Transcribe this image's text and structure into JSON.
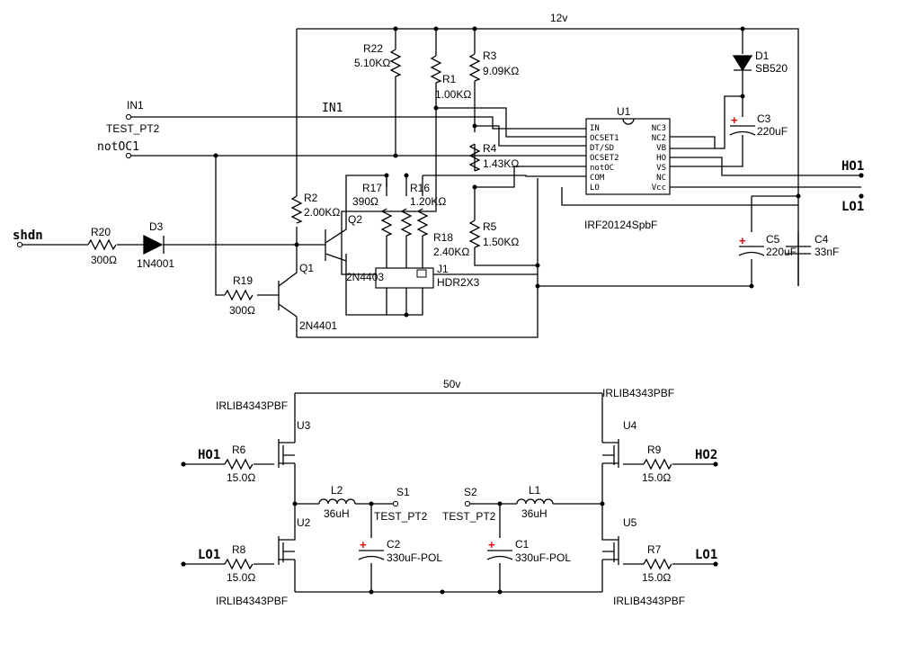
{
  "top": {
    "rail": "12v",
    "ic": {
      "ref": "U1",
      "part": "IRF20124SpbF",
      "pins_left": [
        "IN",
        "OCSET1",
        "DT/SD",
        "OCSET2",
        "notOC",
        "COM",
        "LO"
      ],
      "pins_right": [
        "NC3",
        "NC2",
        "VB",
        "HO",
        "VS",
        "NC",
        "Vcc"
      ]
    },
    "nets": {
      "in1_label": "IN1",
      "in1_tp": "TEST_PT2",
      "in1_net": "IN1",
      "notoc1": "notOC1",
      "shdn": "shdn",
      "ho1": "HO1",
      "lo1": "LO1"
    },
    "parts": {
      "r22": {
        "ref": "R22",
        "val": "5.10KΩ"
      },
      "r1": {
        "ref": "R1",
        "val": "1.00KΩ"
      },
      "r3": {
        "ref": "R3",
        "val": "9.09KΩ"
      },
      "r4": {
        "ref": "R4",
        "val": "1.43KΩ"
      },
      "r5": {
        "ref": "R5",
        "val": "1.50KΩ"
      },
      "r2": {
        "ref": "R2",
        "val": "2.00KΩ"
      },
      "r17": {
        "ref": "R17",
        "val": "390Ω"
      },
      "r16": {
        "ref": "R16",
        "val": "1.20KΩ"
      },
      "r18": {
        "ref": "R18",
        "val": "2.40KΩ"
      },
      "r20": {
        "ref": "R20",
        "val": "300Ω"
      },
      "r19": {
        "ref": "R19",
        "val": "300Ω"
      },
      "d1": {
        "ref": "D1",
        "val": "SB520"
      },
      "d3": {
        "ref": "D3",
        "val": "1N4001"
      },
      "c3": {
        "ref": "C3",
        "val": "220uF"
      },
      "c5": {
        "ref": "C5",
        "val": "220uF"
      },
      "c4": {
        "ref": "C4",
        "val": "33nF"
      },
      "q1": {
        "ref": "Q1",
        "val": "2N4401"
      },
      "q2": {
        "ref": "Q2",
        "val": "2N4403"
      },
      "j1": {
        "ref": "J1",
        "val": "HDR2X3"
      }
    }
  },
  "bottom": {
    "rail": "50v",
    "nets": {
      "ho1": "HO1",
      "lo1": "LO1",
      "ho2": "HO2",
      "lo1b": "LO1"
    },
    "parts": {
      "u3": {
        "ref": "U3",
        "val": "IRLIB4343PBF"
      },
      "u2": {
        "ref": "U2",
        "val": "IRLIB4343PBF"
      },
      "u4": {
        "ref": "U4",
        "val": "IRLIB4343PBF"
      },
      "u5": {
        "ref": "U5",
        "val": "IRLIB4343PBF"
      },
      "r6": {
        "ref": "R6",
        "val": "15.0Ω"
      },
      "r8": {
        "ref": "R8",
        "val": "15.0Ω"
      },
      "r9": {
        "ref": "R9",
        "val": "15.0Ω"
      },
      "r7": {
        "ref": "R7",
        "val": "15.0Ω"
      },
      "l2": {
        "ref": "L2",
        "val": "36uH"
      },
      "l1": {
        "ref": "L1",
        "val": "36uH"
      },
      "s1": {
        "ref": "S1",
        "val": "TEST_PT2"
      },
      "s2": {
        "ref": "S2",
        "val": "TEST_PT2"
      },
      "c2": {
        "ref": "C2",
        "val": "330uF-POL"
      },
      "c1": {
        "ref": "C1",
        "val": "330uF-POL"
      }
    }
  },
  "colors": {
    "wire": "#000000",
    "polarity": "#e00000",
    "background": "#ffffff"
  }
}
